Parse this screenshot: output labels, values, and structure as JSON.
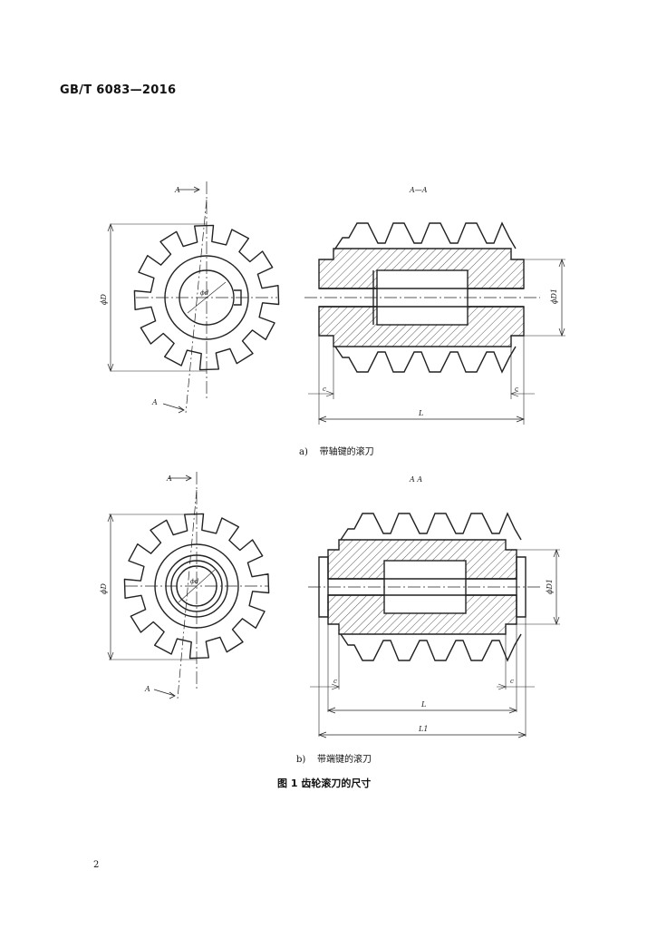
{
  "header": {
    "standard": "GB/T 6083—2016"
  },
  "figure_a": {
    "caption_label": "a)",
    "caption_text": "带轴键的滚刀",
    "section_marker": "A",
    "section_title": "A—A",
    "dim_outer": "ϕD",
    "dim_inner": "ϕD1",
    "dim_bore": "ϕd",
    "dim_c": "c",
    "dim_L": "L"
  },
  "figure_b": {
    "caption_label": "b)",
    "caption_text": "带端键的滚刀",
    "section_marker": "A",
    "section_title": "A  A",
    "dim_outer": "ϕD",
    "dim_inner": "ϕD1",
    "dim_bore": "ϕd",
    "dim_c": "c",
    "dim_L": "L",
    "dim_L1": "L1"
  },
  "figure_caption": "图 1   齿轮滚刀的尺寸",
  "page_number": "2"
}
